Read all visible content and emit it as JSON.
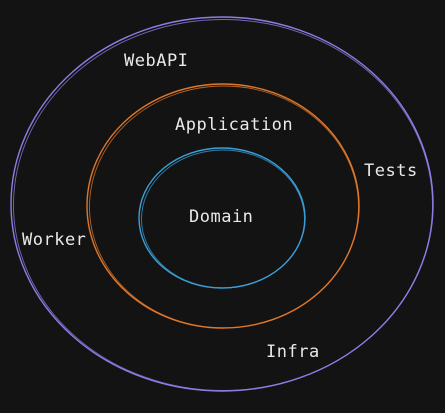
{
  "diagram": {
    "rings": {
      "outer": {
        "color": "#8b7fe6"
      },
      "middle": {
        "color": "#e0782a"
      },
      "inner": {
        "color": "#3b9fd8"
      }
    },
    "labels": {
      "webapi": "WebAPI",
      "application": "Application",
      "domain": "Domain",
      "tests": "Tests",
      "worker": "Worker",
      "infra": "Infra"
    }
  }
}
